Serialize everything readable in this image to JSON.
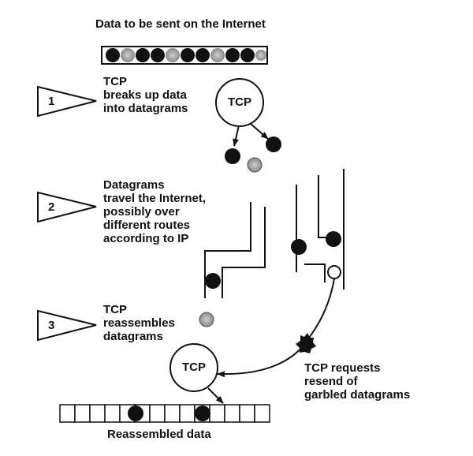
{
  "title": "Data to be sent on the Internet",
  "steps": [
    {
      "number": "1",
      "lines": [
        "TCP",
        "breaks up data",
        "into datagrams"
      ]
    },
    {
      "number": "2",
      "lines": [
        "Datagrams",
        "travel the Internet,",
        "possibly over",
        "different routes",
        "according to IP"
      ]
    },
    {
      "number": "3",
      "lines": [
        "TCP",
        "reassembles",
        "datagrams"
      ]
    }
  ],
  "tcp_label": "TCP",
  "resend_lines": [
    "TCP requests",
    "resend of",
    "garbled datagrams"
  ],
  "footer": "Reassembled data",
  "colors": {
    "ink": "#111111",
    "gray_dot": "#9a9a9a"
  }
}
